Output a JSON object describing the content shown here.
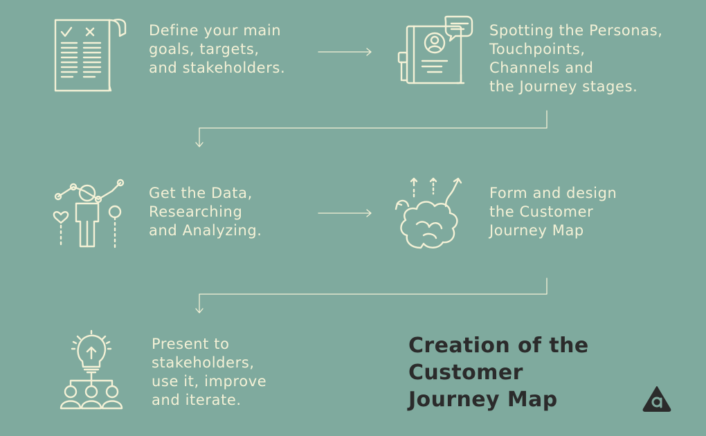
{
  "steps": [
    {
      "text": "Define your main\ngoals, targets,\nand stakeholders.",
      "icon": "checklist-scroll-icon"
    },
    {
      "text": "Spotting the Personas,\nTouchpoints,\nChannels and\nthe Journey stages.",
      "icon": "persona-book-icon"
    },
    {
      "text": "Get the Data,\nResearching\nand Analyzing.",
      "icon": "person-data-icon"
    },
    {
      "text": "Form and design\nthe Customer\nJourney Map",
      "icon": "brain-arrows-icon"
    },
    {
      "text": "Present to\nstakeholders,\nuse it, improve\nand iterate.",
      "icon": "lightbulb-team-icon"
    }
  ],
  "title": "Creation of the\nCustomer\nJourney Map",
  "colors": {
    "background": "#7faa9e",
    "icon_line": "#f4f1d6",
    "text": "#f4f1d6",
    "title": "#2b2b2b",
    "logo": "#2b2b2b"
  }
}
